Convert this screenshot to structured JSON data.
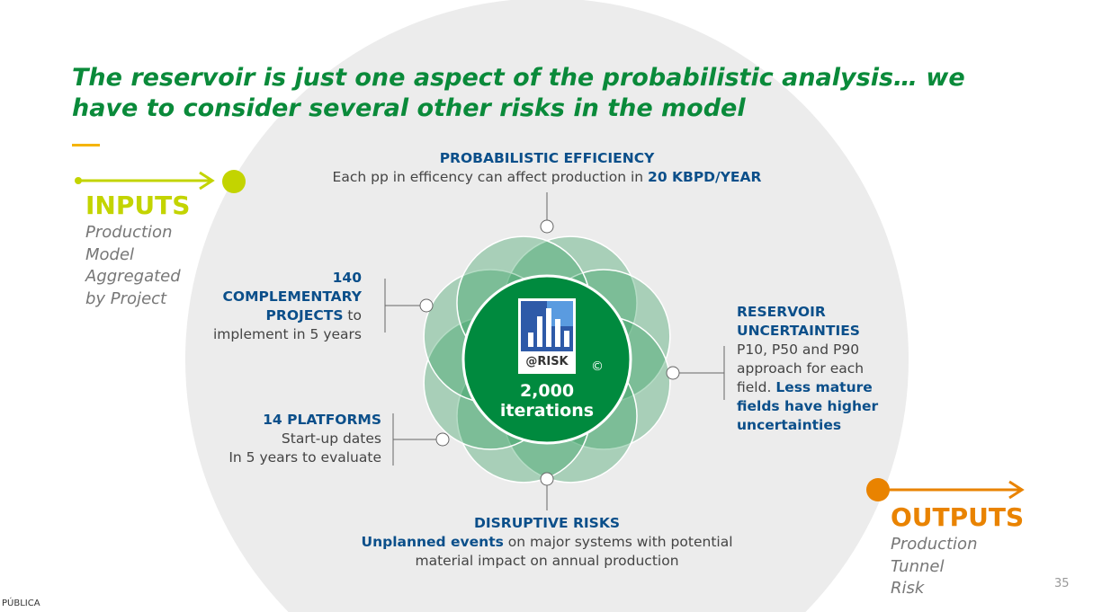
{
  "title": "The reservoir is just one aspect of the probabilistic analysis… we have to consider several other risks in the model",
  "inputs": {
    "heading": "INPUTS",
    "lines": [
      "Production",
      "Model",
      "Aggregated",
      "by Project"
    ]
  },
  "outputs": {
    "heading": "OUTPUTS",
    "lines": [
      "Production",
      "Tunnel",
      "Risk"
    ]
  },
  "center": {
    "logo_text": "@RISK",
    "copyright": "©",
    "count": "2,000",
    "unit": "iterations"
  },
  "efficiency": {
    "heading": "PROBABILISTIC EFFICIENCY",
    "text": "Each pp in efficency can  affect production in ",
    "highlight": "20 KBPD/YEAR"
  },
  "projects": {
    "line1": "140",
    "line2": "COMPLEMENTARY",
    "line3_bold": "PROJECTS",
    "line3_rest": " to",
    "line4": "implement in 5 years"
  },
  "platforms": {
    "heading": "14 PLATFORMS",
    "line1": "Start-up dates ",
    "line2": "In 5 years to evaluate"
  },
  "reservoir": {
    "heading1": "RESERVOIR",
    "heading2": "UNCERTAINTIES",
    "line1": "P10, P50 and P90",
    "line2": "approach for each",
    "line3_plain": "field. ",
    "line3_bold": "Less mature",
    "line4": "fields have higher",
    "line5": "uncertainties"
  },
  "disruptive": {
    "heading": "DISRUPTIVE RISKS",
    "bold": "Unplanned events",
    "rest": " on major systems with potential",
    "line2": "material impact on annual production"
  },
  "page_number": "35",
  "classification": "PÚBLICA",
  "colors": {
    "green": "#0a8a3a",
    "lime": "#c3d400",
    "orange": "#e98300",
    "blue": "#0b4f8a"
  }
}
